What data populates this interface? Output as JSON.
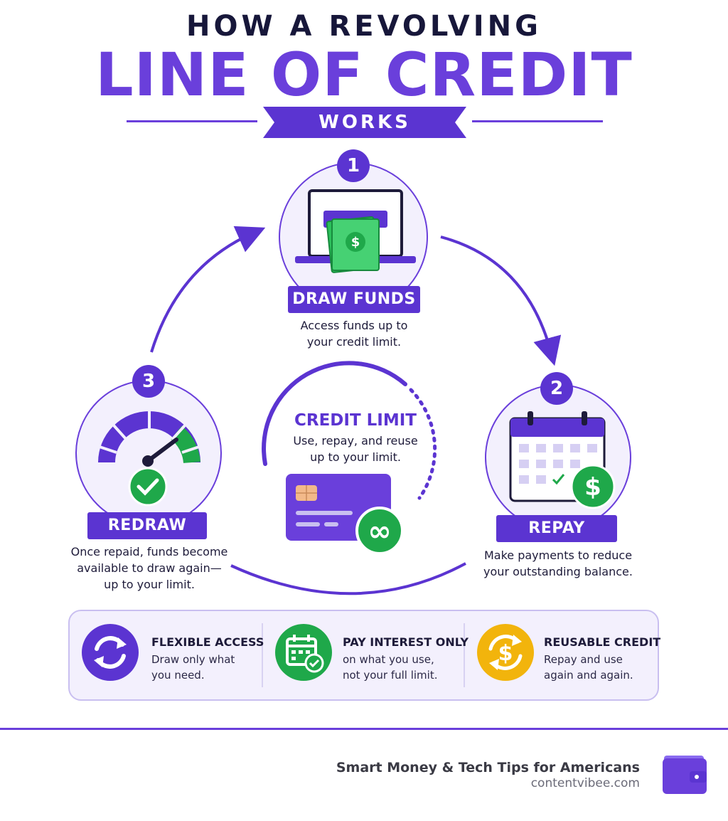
{
  "title": {
    "line1": "HOW A REVOLVING",
    "line2": "LINE OF CREDIT",
    "ribbon": "WORKS"
  },
  "steps": [
    {
      "number": "1",
      "label": "DRAW FUNDS",
      "description_line1": "Access funds up to",
      "description_line2": "your credit limit.",
      "icon": "laptop-cash-icon"
    },
    {
      "number": "2",
      "label": "REPAY",
      "description_line1": "Make payments to reduce",
      "description_line2": "your outstanding balance.",
      "icon": "calendar-dollar-icon"
    },
    {
      "number": "3",
      "label": "REDRAW",
      "description_line1": "Once repaid, funds become",
      "description_line2": "available to draw again—",
      "description_line3": "up to your limit.",
      "icon": "gauge-check-icon"
    }
  ],
  "center": {
    "title": "CREDIT LIMIT",
    "description_line1": "Use, repay, and reuse",
    "description_line2": "up to your limit.",
    "icon": "credit-card-infinity-icon"
  },
  "features": [
    {
      "title": "FLEXIBLE ACCESS",
      "description_line1": "Draw only what",
      "description_line2": "you need.",
      "icon": "refresh-icon",
      "color": "#5b34d1"
    },
    {
      "title": "PAY INTEREST ONLY",
      "description_line1": "on what you use,",
      "description_line2": "not your full limit.",
      "icon": "calendar-check-icon",
      "color": "#1fa84a"
    },
    {
      "title": "REUSABLE CREDIT",
      "description_line1": "Repay and use",
      "description_line2": "again and again.",
      "icon": "dollar-cycle-icon",
      "color": "#f2b40c"
    }
  ],
  "footer": {
    "tagline": "Smart Money & Tech Tips for Americans",
    "url": "contentvibee.com",
    "icon": "wallet-icon"
  },
  "colors": {
    "primary": "#5b34d1",
    "accent": "#6a3fdb",
    "green": "#1fa84a",
    "gold": "#f2b40c",
    "light": "#f3f0fd"
  }
}
